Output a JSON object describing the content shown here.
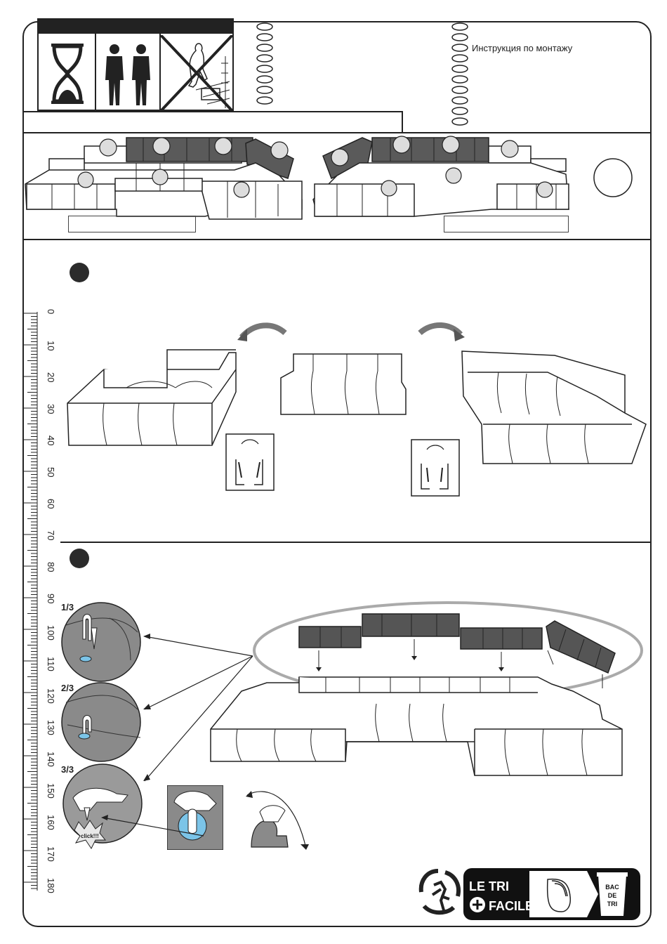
{
  "header": {
    "title": "Инструкция по монтажу"
  },
  "ruler": {
    "labels": [
      "0",
      "10",
      "20",
      "30",
      "40",
      "50",
      "60",
      "70",
      "80",
      "90",
      "100",
      "110",
      "120",
      "130",
      "140",
      "150",
      "160",
      "170",
      "180"
    ]
  },
  "steps": {
    "step2_substeps": [
      "1/3",
      "2/3",
      "3/3"
    ],
    "click_text": "click!!!"
  },
  "eco_logo": {
    "line1": "LE TRI",
    "line2": "FACILE",
    "bin_lines": [
      "BAC",
      "DE",
      "TRI"
    ]
  },
  "colors": {
    "dark_cushion": "#555555",
    "outline": "#222222",
    "ellipse": "#aaaaaa"
  }
}
